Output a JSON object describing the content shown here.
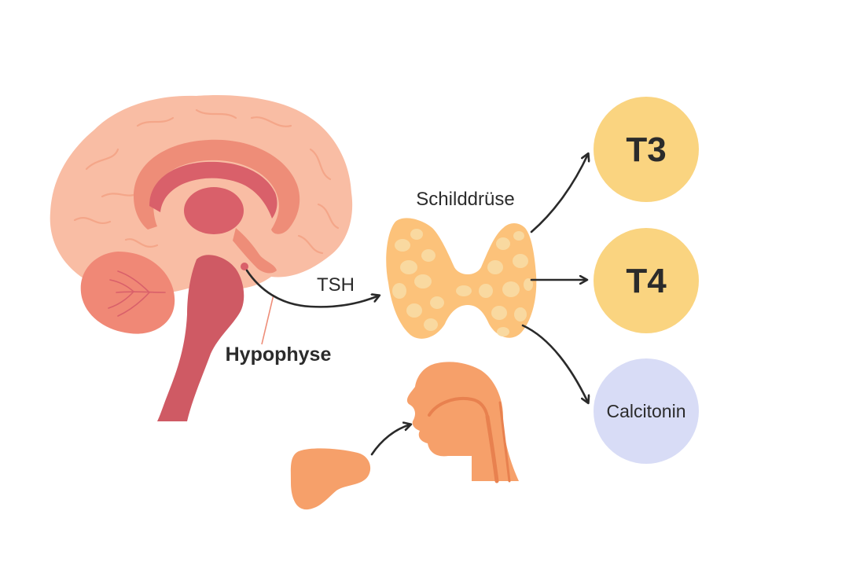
{
  "labels": {
    "schilddruese": "Schilddrüse",
    "tsh": "TSH",
    "hypophyse": "Hypophyse",
    "t3": "T3",
    "t4": "T4",
    "calcitonin": "Calcitonin"
  },
  "colors": {
    "brain": "#f9bda4",
    "brain_fold": "#f4a689",
    "brain_inner": "#ee8d78",
    "brain_core": "#d9606a",
    "brainstem": "#cf5a64",
    "cerebellum": "#f08876",
    "thyroid": "#fcc27a",
    "thyroid_spots": "#f9d9a0",
    "head": "#f6a06a",
    "head_inner": "#e8814f",
    "t_hormone": "#fad480",
    "calcitonin": "#d8dcf6",
    "arrow": "#2a2a2a"
  }
}
